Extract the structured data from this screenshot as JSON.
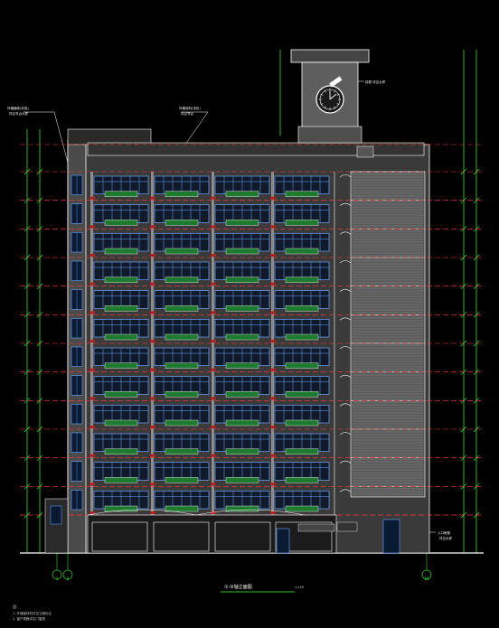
{
  "drawing": {
    "title": "①-⑩轴立面图",
    "scale": "1:100",
    "notes_heading": "注:",
    "notes": [
      "1. 外墙面材料详见立面标注",
      "2. 窗户规格详见门窗表"
    ]
  },
  "callouts": {
    "left_top": "外墙面砖(灰色)",
    "left_top_2": "详见节点大样",
    "mid_top": "外墙涂料(浅灰)",
    "mid_top_2": "详见节点",
    "tower": "钟表 详见大样",
    "bottom_right": "入口雨篷",
    "bottom_right_2": "详见大样"
  },
  "axis_labels": {
    "left_a": "1",
    "left_b": "2",
    "right": "10"
  },
  "floor_count": 12,
  "colors": {
    "background": "#000000",
    "wall": "#8c8c8c",
    "window_frame": "#6ba7ff",
    "balcony": "#1e7a2e",
    "floor_line": "#ff3b3b",
    "dimension": "#3cff3c",
    "outline": "#ffffff",
    "tower": "#b0b0b0"
  }
}
